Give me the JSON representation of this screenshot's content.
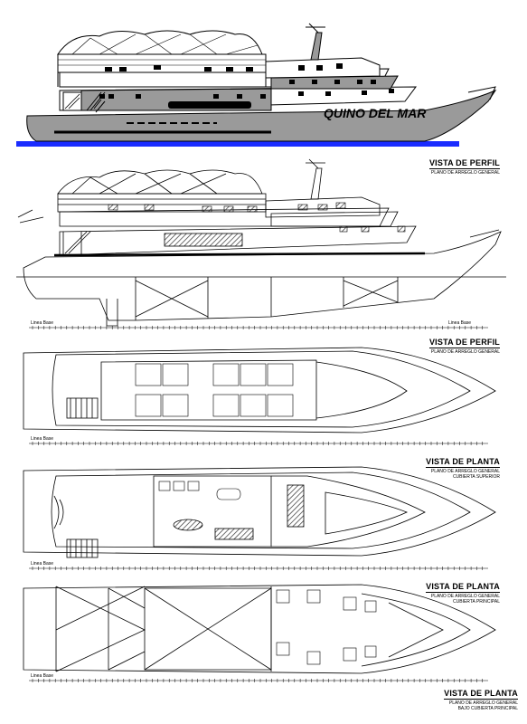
{
  "boat_name": "QUINO DEL MAR",
  "linea_base": "Linea Base",
  "views": [
    {
      "title": "VISTA DE PERFIL",
      "subtitle_1": "PLANO DE ARREGLO GENERAL",
      "subtitle_2": ""
    },
    {
      "title": "VISTA DE PERFIL",
      "subtitle_1": "PLANO DE ARREGLO GENERAL",
      "subtitle_2": ""
    },
    {
      "title": "VISTA DE PLANTA",
      "subtitle_1": "PLANO DE ARREGLO GENERAL",
      "subtitle_2": "CUBIERTA SUPERIOR"
    },
    {
      "title": "VISTA DE PLANTA",
      "subtitle_1": "PLANO DE ARREGLO GENERAL",
      "subtitle_2": "CUBIERTA PRINCIPAL"
    },
    {
      "title": "VISTA DE PLANTA",
      "subtitle_1": "PLANO DE ARREGLO GENERAL",
      "subtitle_2": "BAJO CUBIERTA PRINCIPAL"
    }
  ],
  "colors": {
    "hull": "#9a9a9a",
    "waterline": "#1a2cff",
    "hatch": "#555555",
    "line": "#000000"
  }
}
